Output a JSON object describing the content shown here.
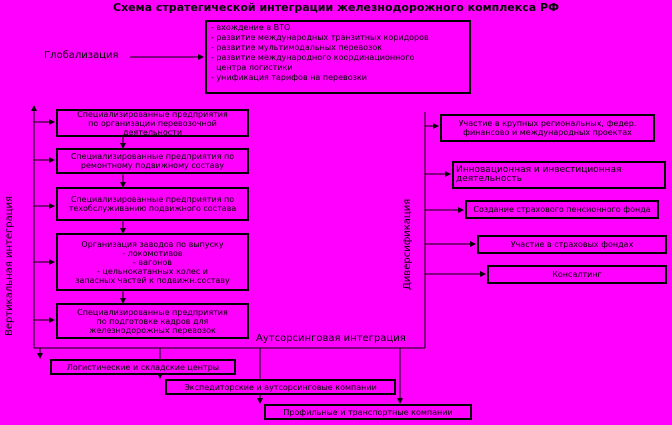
{
  "title": "Схема стратегической интеграции железнодорожного комплекса РФ",
  "globalization": {
    "label": "Глобализация",
    "items": [
      "- вхождение в ВТО",
      "- развитие международных транзитных коридоров",
      "- развитие мультимодальных перевозок",
      "- развитие международного координационного",
      "  центра логистики",
      "- унификация тарифов на перевозки"
    ]
  },
  "vertical_integration": {
    "label": "Вертикальная интеграция",
    "boxes": [
      [
        "Специализированные предприятия",
        "по организации перевозочной деятельности"
      ],
      [
        "Специализированные предприятия по",
        "ремонтному подвижному составу"
      ],
      [
        "Специализированные предприятия по",
        "техобслуживанию подвижного состава"
      ],
      [
        "Организация заводов по выпуску",
        "- локомотивов",
        "- вагонов",
        "- цельнокатанных колес и",
        "запасных частей к подвижн.составу"
      ],
      [
        "Специализированные предприятия",
        "по подготовке кадров для",
        "железнодорожных перевозок"
      ]
    ]
  },
  "diversification": {
    "label": "Диверсификация",
    "boxes": [
      "Участие в крупных региональных, федер. финансово и международных проектах",
      "Инновационная и инвестиционная деятельность",
      "Создание страхового пенсионного фонда",
      "Участие в страховых фондах",
      "Консалтинг"
    ]
  },
  "outsourcing": {
    "label": "Аутсорсинговая интеграция",
    "boxes": [
      "Логистические и складские центры",
      "Экспедиторские и аутсорсинговые компании",
      "Профильные и транспортные компании"
    ]
  }
}
